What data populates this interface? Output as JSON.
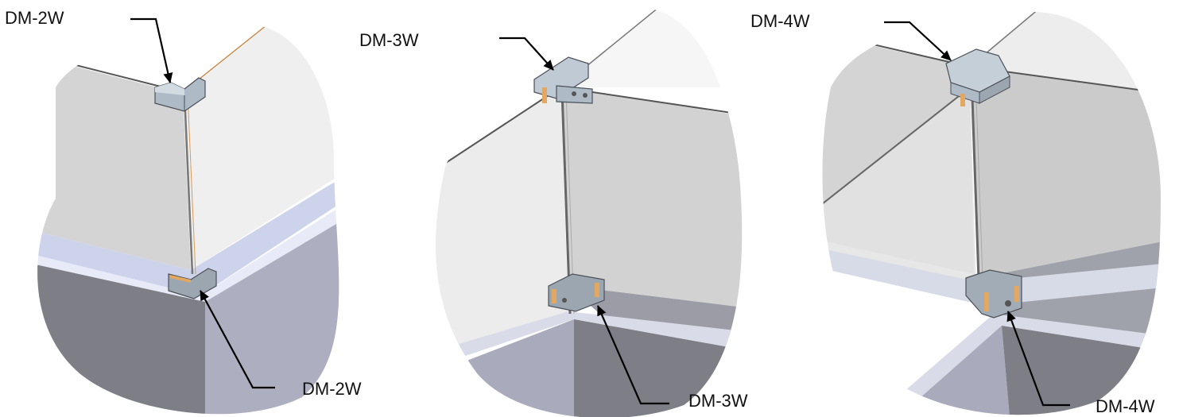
{
  "panels": [
    {
      "id": "dm-2w",
      "top_label": "DM-2W",
      "bottom_label": "DM-2W"
    },
    {
      "id": "dm-3w",
      "top_label": "DM-3W",
      "bottom_label": "DM-3W"
    },
    {
      "id": "dm-4w",
      "top_label": "DM-4W",
      "bottom_label": "DM-4W"
    }
  ],
  "colors": {
    "glass_light": "#f0f0f0",
    "glass_mid": "#d6d6d6",
    "base_dark": "#7e7f86",
    "base_light": "#aeb0c1",
    "clip": "#aebac6",
    "gasket": "#e2a861",
    "leader": "#000000"
  }
}
